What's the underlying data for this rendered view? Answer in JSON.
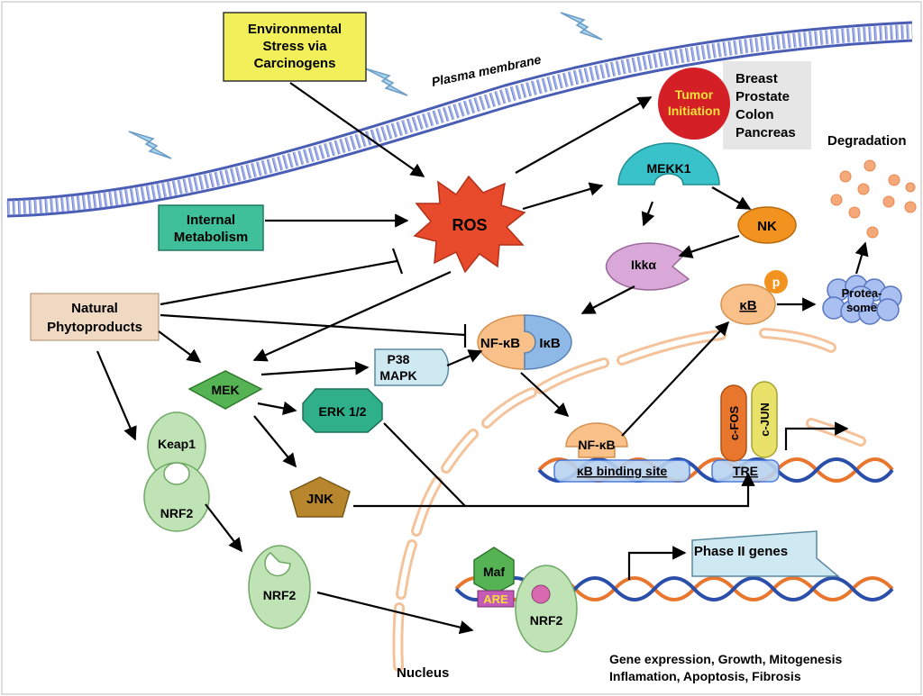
{
  "labels": {
    "env_stress": [
      "Environmental",
      "Stress via",
      "Carcinogens"
    ],
    "plasma_membrane": "Plasma membrane",
    "tumor": [
      "Tumor",
      "Initiation"
    ],
    "cancers": [
      "Breast",
      "Prostate",
      "Colon",
      "Pancreas"
    ],
    "degradation": "Degradation",
    "internal_metabolism": [
      "Internal",
      "Metabolism"
    ],
    "ros": "ROS",
    "mekk1": "MEKK1",
    "nk": "NK",
    "ikka": "Ikkα",
    "kb": "κB",
    "p": "p",
    "proteasome": [
      "Protea-",
      "some"
    ],
    "phyto": [
      "Natural",
      "Phytoproducts"
    ],
    "nfkb": "NF-κB",
    "ikb": "IκB",
    "mek": "MEK",
    "p38": [
      "P38",
      "MAPK"
    ],
    "erk": "ERK 1/2",
    "jnk": "JNK",
    "keap1": "Keap1",
    "nrf2": "NRF2",
    "nfkb2": "NF-κB",
    "kb_site": "κB binding site",
    "tre": "TRE",
    "cfos": "c-FOS",
    "cjun": "c-JUN",
    "phase2": "Phase II genes",
    "maf": "Maf",
    "are": "ARE",
    "nucleus": "Nucleus",
    "outcomes": [
      "Gene expression, Growth, Mitogenesis",
      "Inflamation, Apoptosis, Fibrosis"
    ]
  },
  "colors": {
    "membrane": "#5B6FC0",
    "env_box": "#F2F05A",
    "internal_box": "#3FBF9A",
    "ros": "#E84A2C",
    "tumor": "#D41F26",
    "mekk1": "#39C2C9",
    "nk": "#F29320",
    "ikk": "#D9A7D8",
    "nfkb": "#F9C08A",
    "ikb": "#8EB8E5",
    "mek": "#55B354",
    "erk": "#2FAF8A",
    "jnk": "#B8862C",
    "nrf2": "#BFE3B4",
    "nucleus": "#F7C39A",
    "phase2": "#CFE9F2"
  }
}
